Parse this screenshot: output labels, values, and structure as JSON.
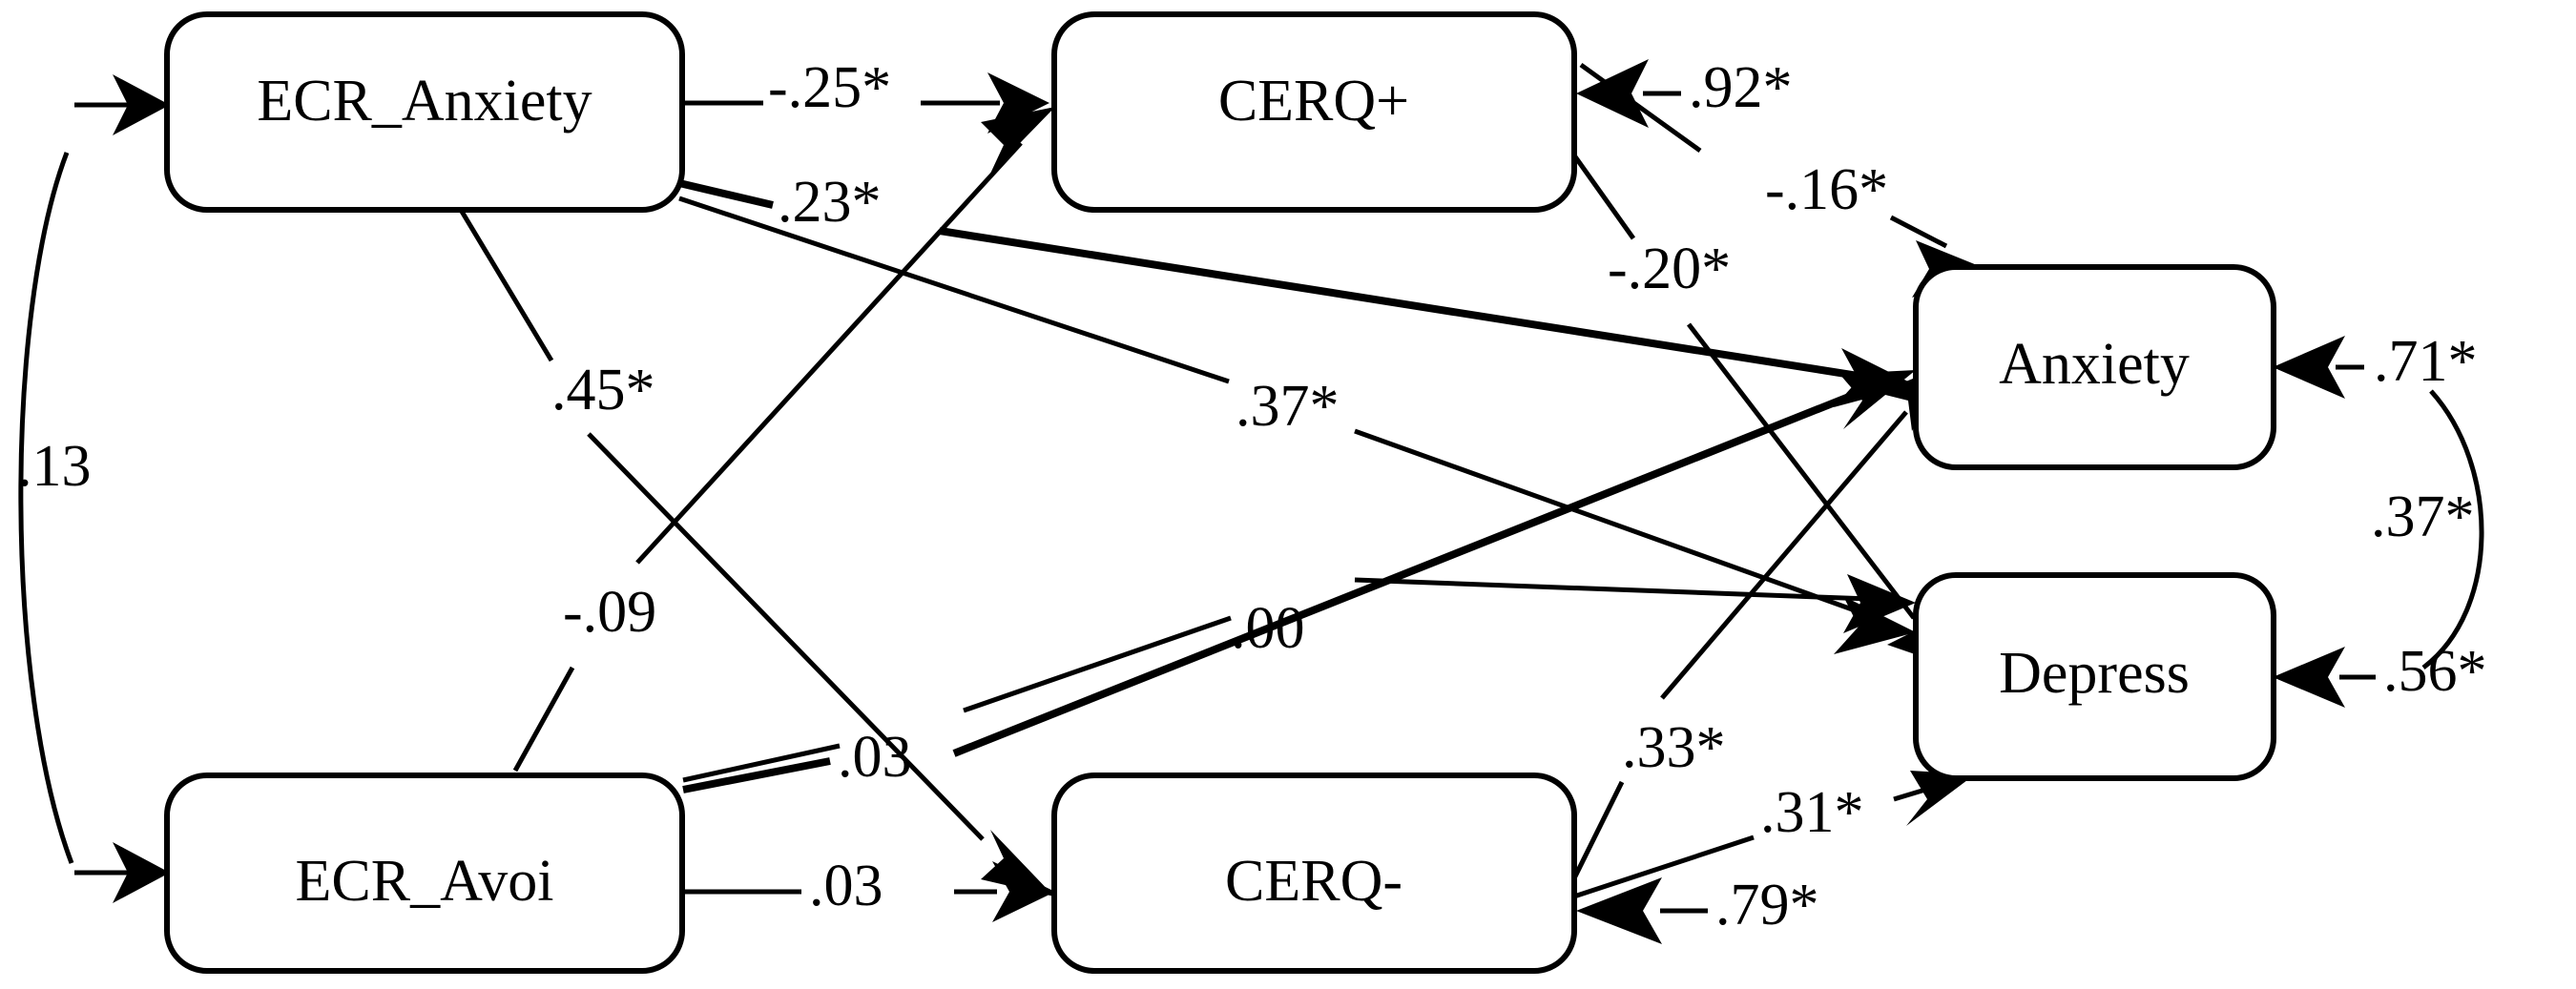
{
  "diagram": {
    "type": "structural-equation-model-path-diagram",
    "background_color": "#ffffff",
    "stroke_color": "#000000",
    "nodes": [
      {
        "id": "ecr_anxiety",
        "label": "ECR_Anxiety"
      },
      {
        "id": "ecr_avoi",
        "label": "ECR_Avoi"
      },
      {
        "id": "cerq_plus",
        "label": "CERQ+"
      },
      {
        "id": "cerq_minus",
        "label": "CERQ-"
      },
      {
        "id": "anxiety",
        "label": "Anxiety"
      },
      {
        "id": "depress",
        "label": "Depress"
      }
    ],
    "paths": [
      {
        "id": "p_anx_cerqp",
        "from": "ecr_anxiety",
        "to": "cerq_plus",
        "coefficient": "-.25*"
      },
      {
        "id": "p_anx_cerqm",
        "from": "ecr_anxiety",
        "to": "cerq_minus",
        "coefficient": ".45*"
      },
      {
        "id": "p_anx_anxiety",
        "from": "ecr_anxiety",
        "to": "anxiety",
        "coefficient": ".23*"
      },
      {
        "id": "p_anx_depress",
        "from": "ecr_anxiety",
        "to": "depress",
        "coefficient": ".37*"
      },
      {
        "id": "p_avo_cerqp",
        "from": "ecr_avoi",
        "to": "cerq_plus",
        "coefficient": "-.09"
      },
      {
        "id": "p_avo_cerqm",
        "from": "ecr_avoi",
        "to": "cerq_minus",
        "coefficient": ".03"
      },
      {
        "id": "p_avo_anxiety",
        "from": "ecr_avoi",
        "to": "anxiety",
        "coefficient": ".03"
      },
      {
        "id": "p_avo_depress",
        "from": "ecr_avoi",
        "to": "depress",
        "coefficient": ".00"
      },
      {
        "id": "p_cerqp_anx",
        "from": "cerq_plus",
        "to": "anxiety",
        "coefficient": "-.16*"
      },
      {
        "id": "p_cerqp_dep",
        "from": "cerq_plus",
        "to": "depress",
        "coefficient": "-.20*"
      },
      {
        "id": "p_cerqm_anx",
        "from": "cerq_minus",
        "to": "anxiety",
        "coefficient": ".33*"
      },
      {
        "id": "p_cerqm_dep",
        "from": "cerq_minus",
        "to": "depress",
        "coefficient": ".31*"
      }
    ],
    "residuals": [
      {
        "id": "r_cerqp",
        "target": "cerq_plus",
        "coefficient": ".92*"
      },
      {
        "id": "r_cerqm",
        "target": "cerq_minus",
        "coefficient": ".79*"
      },
      {
        "id": "r_anxiety",
        "target": "anxiety",
        "coefficient": ".71*"
      },
      {
        "id": "r_depress",
        "target": "depress",
        "coefficient": ".56*"
      }
    ],
    "covariances": [
      {
        "id": "cov_ecr",
        "between": [
          "ecr_anxiety",
          "ecr_avoi"
        ],
        "coefficient": ".13"
      },
      {
        "id": "cov_outcome",
        "between": [
          "anxiety",
          "depress"
        ],
        "coefficient": ".37*"
      }
    ],
    "exogenous_variance_arrows": [
      {
        "id": "v_ecr_anxiety",
        "target": "ecr_anxiety"
      },
      {
        "id": "v_ecr_avoi",
        "target": "ecr_avoi"
      }
    ],
    "significance_marker": "*"
  },
  "labels": {
    "ecr_anxiety": "ECR_Anxiety",
    "ecr_avoi": "ECR_Avoi",
    "cerq_plus": "CERQ+",
    "cerq_minus": "CERQ-",
    "anxiety": "Anxiety",
    "depress": "Depress",
    "c_anx_cerqp": "-.25*",
    "c_anx_cerqm": ".45*",
    "c_anx_anxiety": ".23*",
    "c_anx_depress": ".37*",
    "c_avo_cerqp": "-.09",
    "c_avo_cerqm": ".03",
    "c_avo_anxiety": ".03",
    "c_avo_depress": ".00",
    "c_cerqp_anx": "-.16*",
    "c_cerqp_dep": "-.20*",
    "c_cerqm_anx": ".33*",
    "c_cerqm_dep": ".31*",
    "r_cerqp": ".92*",
    "r_cerqm": ".79*",
    "r_anxiety": ".71*",
    "r_depress": ".56*",
    "cov_ecr": ".13",
    "cov_outcome": ".37*"
  }
}
